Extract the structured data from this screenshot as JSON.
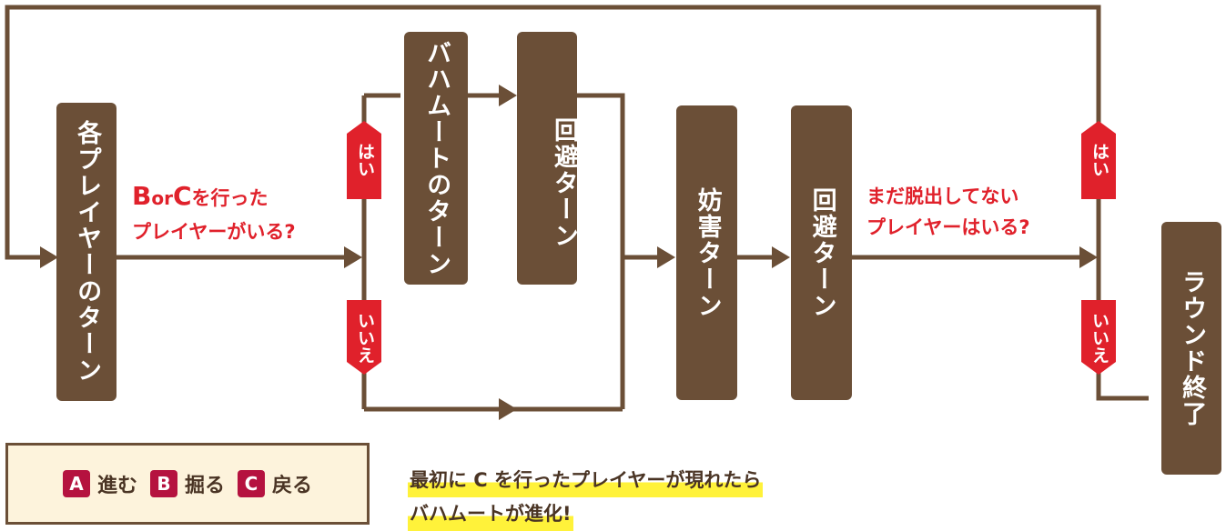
{
  "colors": {
    "line": "#6b4f37",
    "box": "#6b4f37",
    "tag_red": "#e0212b",
    "question_red": "#e0212b",
    "highlight": "#fff23a",
    "key_bg": "#b5123f",
    "legend_bg": "#fdf3dc"
  },
  "boxes": {
    "player_turn": "各プレイヤーのターン",
    "bahamut_turn": "バハムートのターン",
    "evade_turn_1": "回避ターン",
    "hinder_turn": "妨害ターン",
    "evade_turn_2": "回避ターン",
    "round_end": "ラウンド終了"
  },
  "question1": {
    "part_b": "B",
    "part_or": "or",
    "part_c": "C",
    "part_rest": "を行った",
    "line2": "プレイヤーがいる?"
  },
  "question2": {
    "line1": "まだ脱出してない",
    "line2": "プレイヤーはいる?"
  },
  "tags": {
    "yes": "はい",
    "no": "いいえ"
  },
  "legend": [
    {
      "key": "A",
      "label": "進む"
    },
    {
      "key": "B",
      "label": "掘る"
    },
    {
      "key": "C",
      "label": "戻る"
    }
  ],
  "note": {
    "line1": "最初に C を行ったプレイヤーが現れたら",
    "line2": "バハムートが進化!"
  }
}
